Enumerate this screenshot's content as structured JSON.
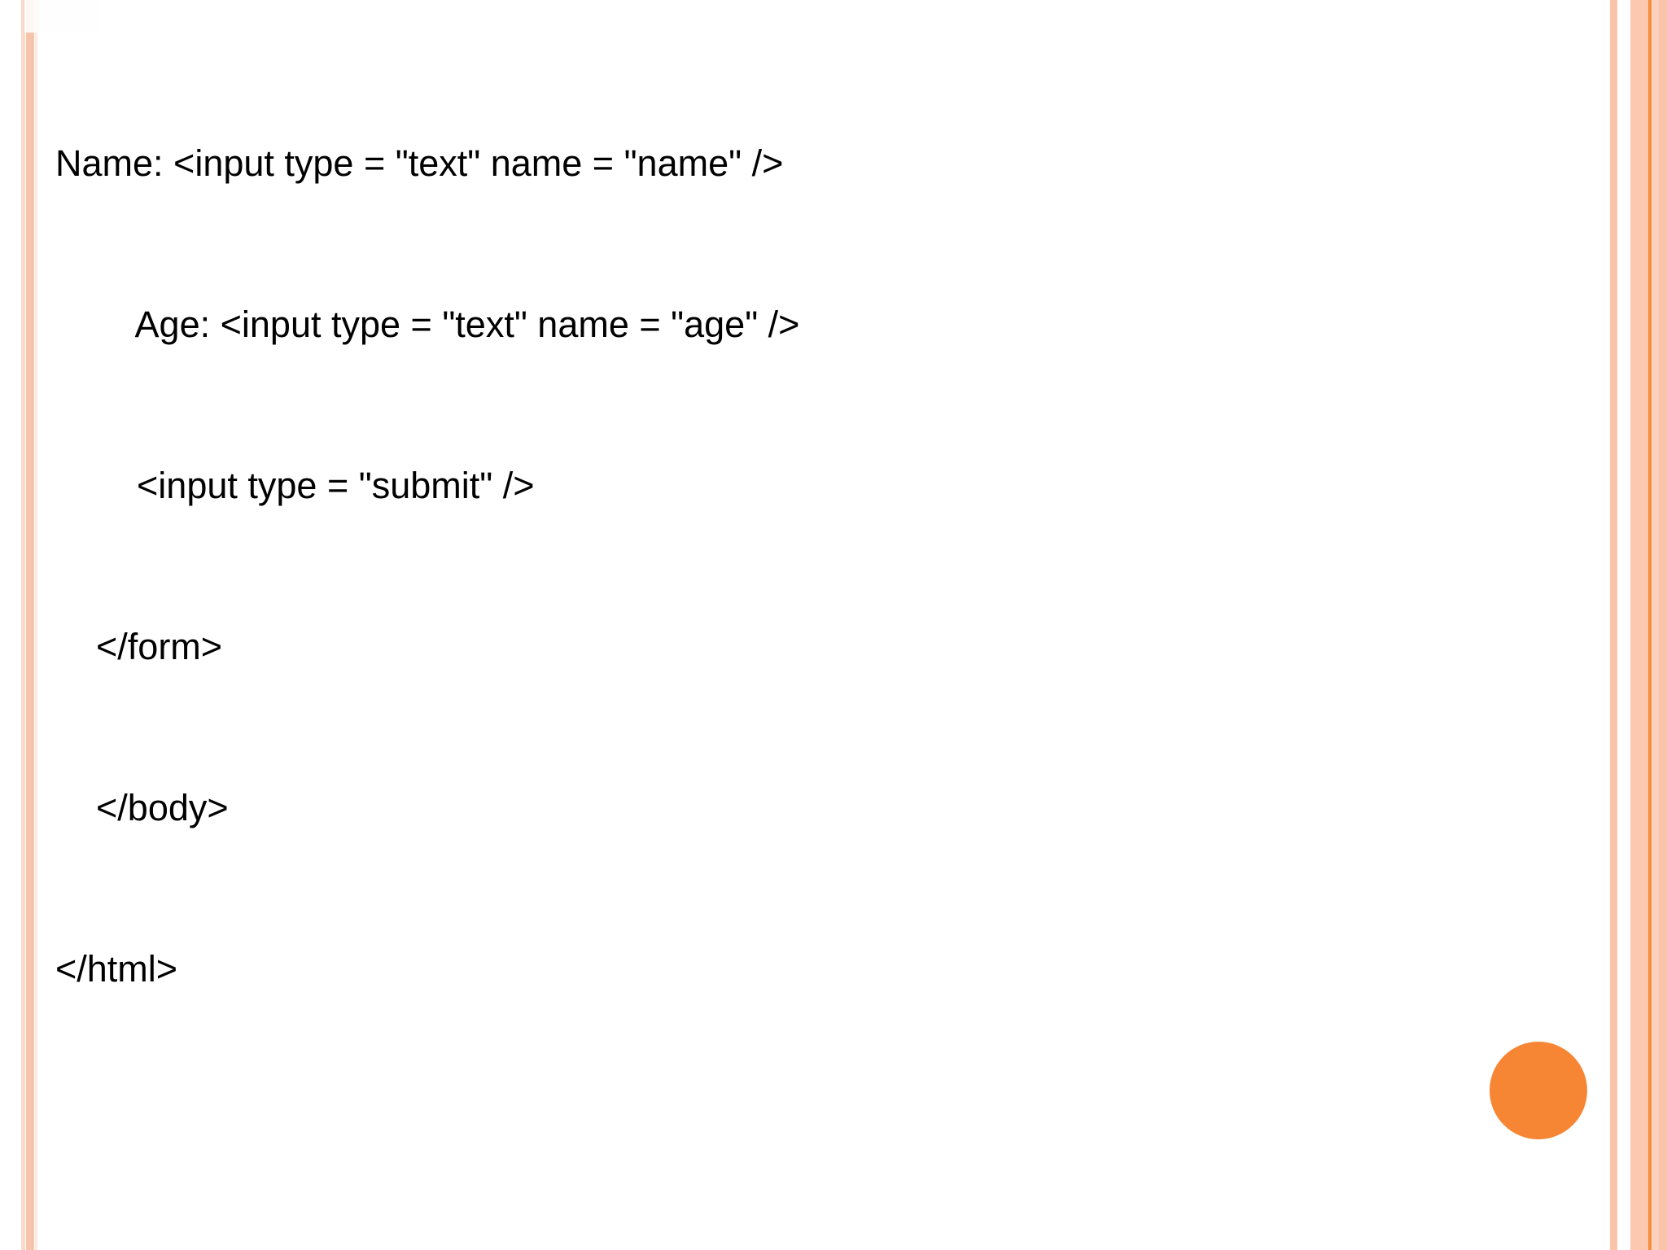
{
  "slide": {
    "background_color": "#ffffff",
    "text_color": "#000000",
    "accent_color": "#f68634",
    "border_color": "#fac4aa",
    "border_accent_color": "#f78d3f",
    "code_lines": [
      "Name: <input type = \"text\" name = \"name\" />",
      "        Age: <input type = \"text\" name = \"age\" />",
      "        <input type = \"submit\" />",
      "    </form>",
      "    </body>",
      "</html>"
    ]
  }
}
